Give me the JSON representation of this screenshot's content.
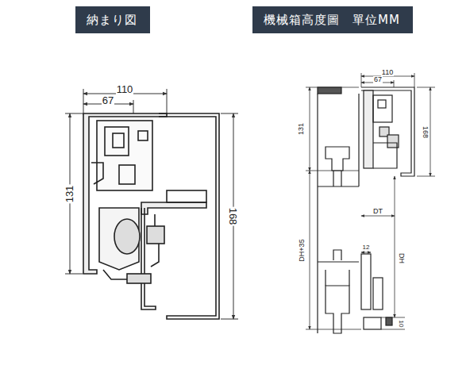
{
  "diagram": {
    "nodes": [
      {
        "text": [
          "納まり図"
        ]
      },
      {
        "text": [
          "機械箱高度圖　單位MM"
        ]
      }
    ],
    "labels": [
      "110",
      "67",
      "131",
      "168",
      "110",
      "67",
      "131",
      "168",
      "DT",
      "DH+35",
      "12",
      "DH",
      "10"
    ]
  }
}
